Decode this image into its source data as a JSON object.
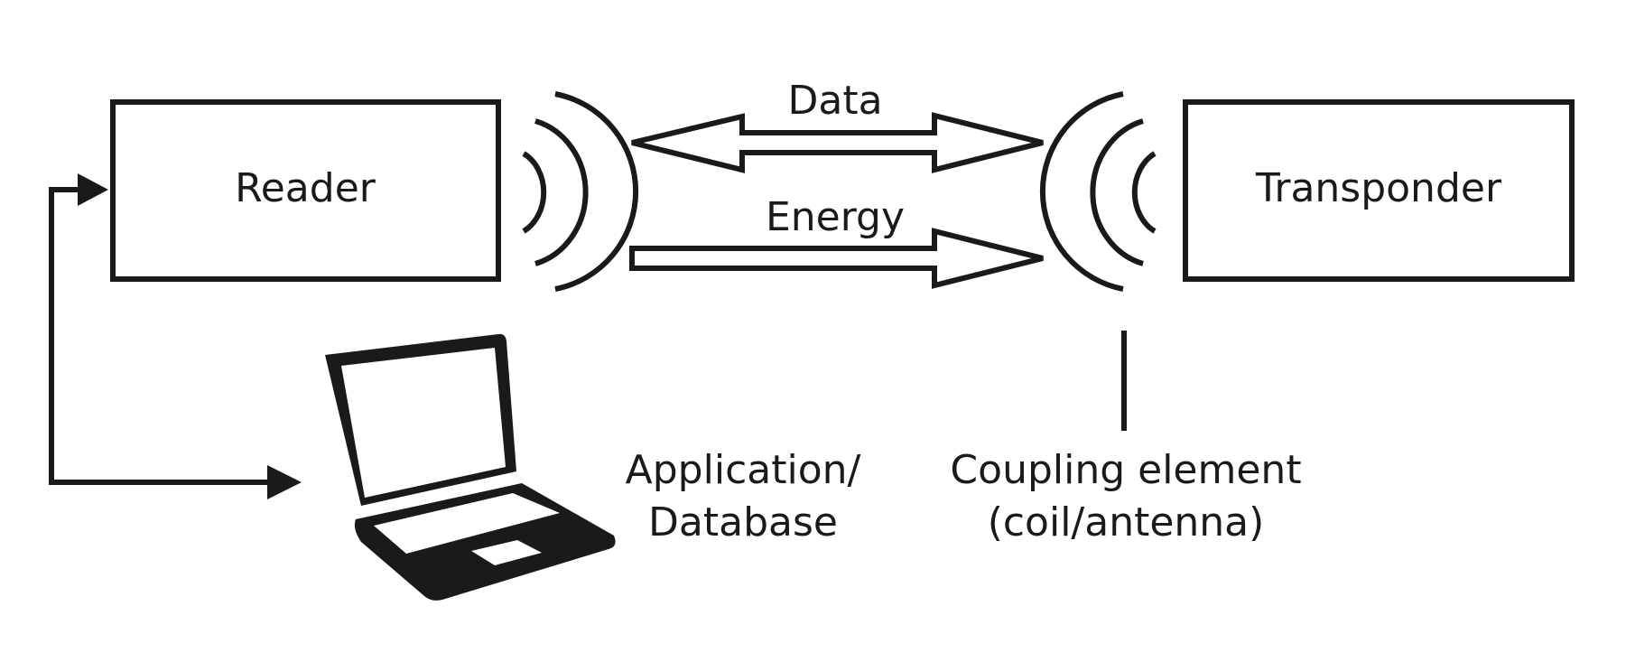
{
  "diagram": {
    "reader_label": "Reader",
    "transponder_label": "Transponder",
    "data_label": "Data",
    "energy_label": "Energy",
    "application_label_line1": "Application/",
    "application_label_line2": "Database",
    "coupling_label_line1": "Coupling element",
    "coupling_label_line2": "(coil/antenna)"
  },
  "icons": {
    "computer": "laptop-icon",
    "reader_waves": "signal-waves-icon",
    "transponder_waves": "signal-waves-icon"
  },
  "colors": {
    "ink": "#1a1a1a",
    "background": "#ffffff"
  }
}
